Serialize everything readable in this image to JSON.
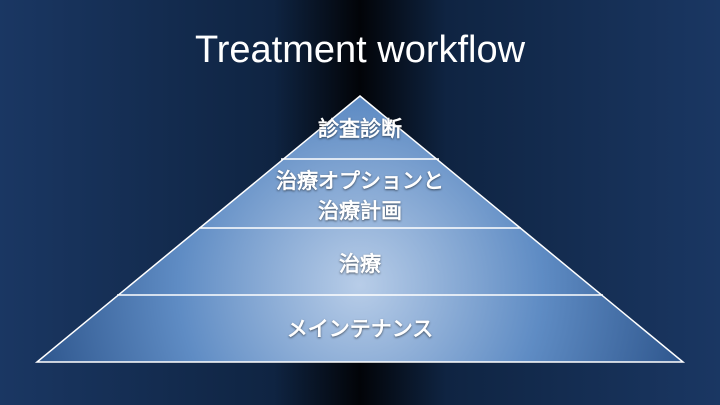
{
  "slide": {
    "title": "Treatment workflow"
  },
  "pyramid": {
    "tiers": [
      {
        "label": "診査診断"
      },
      {
        "label_line1": "治療オプションと",
        "label_line2": "治療計画"
      },
      {
        "label": "治療"
      },
      {
        "label": "メインテナンス"
      }
    ]
  },
  "colors": {
    "background_edge": "#1a3763",
    "background_center": "#020408",
    "pyramid_fill_light": "#b8cde8",
    "pyramid_fill_dark": "#3e6da9",
    "outline": "#ffffff",
    "text": "#ffffff"
  }
}
